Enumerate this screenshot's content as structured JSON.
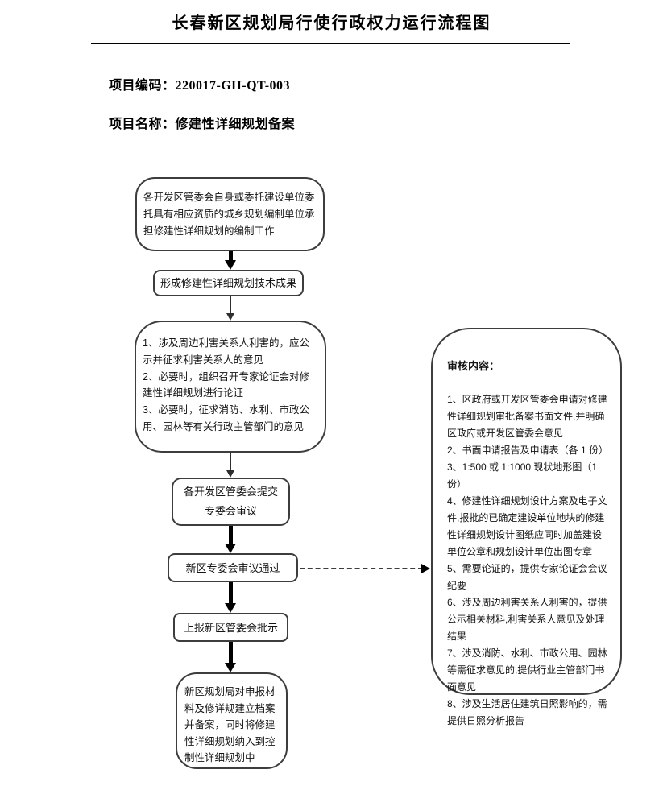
{
  "document": {
    "title": "长春新区规划局行使行政权力运行流程图",
    "project_code": {
      "label": "项目编码：",
      "value": "220017-GH-QT-003"
    },
    "project_name": {
      "label": "项目名称：",
      "value": "修建性详细规划备案"
    }
  },
  "flowchart": {
    "steps": [
      {
        "text": "各开发区管委会自身或委托建设单位委\n托具有相应资质的城乡规划编制单位承\n担修建性详细规划的编制工作"
      },
      {
        "text": "形成修建性详细规划技术成果"
      },
      {
        "text": "1、涉及周边利害关系人利害的，应公\n示并征求利害关系人的意见\n2、必要时，组织召开专家论证会对修\n建性详细规划进行论证\n3、必要时，征求消防、水利、市政公\n用、园林等有关行政主管部门的意见"
      },
      {
        "text": "各开发区管委会提交\n专委会审议"
      },
      {
        "text": "新区专委会审议通过"
      },
      {
        "text": "上报新区管委会批示"
      },
      {
        "text": "新区规划局对申报材\n料及修详规建立档案\n并备案，同时将修建\n性详细规划纳入到控\n制性详细规划中"
      }
    ],
    "review": {
      "title": "审核内容：",
      "body": "1、区政府或开发区管委会申请对修建\n性详细规划审批备案书面文件,并明确\n区政府或开发区管委会意见\n2、书面申请报告及申请表（各 1 份）\n3、1:500 或 1:1000 现状地形图（1 份）\n4、修建性详细规划设计方案及电子文\n件,报批的已确定建设单位地块的修建\n性详细规划设计图纸应同时加盖建设\n单位公章和规划设计单位出图专章\n5、需要论证的，提供专家论证会会议\n纪要\n6、涉及周边利害关系人利害的，提供\n公示相关材料,利害关系人意见及处理\n结果\n7、涉及消防、水利、市政公用、园林\n等需征求意见的,提供行业主管部门书\n面意见\n8、涉及生活居住建筑日照影响的，需\n提供日照分析报告"
    }
  },
  "colors": {
    "text": "#141414",
    "box_border": "#3d3d3d",
    "arrow": "#000000",
    "background": "#ffffff"
  }
}
